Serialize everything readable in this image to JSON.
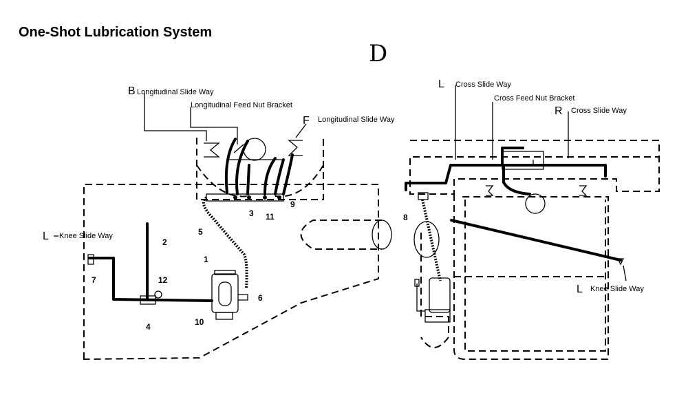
{
  "title": "One-Shot Lubrication System",
  "view_letter": "D",
  "left_view": {
    "labels": {
      "b_letter": "B",
      "b_text": "Longitudinal Slide Way",
      "feed_nut": "Longitudinal Feed Nut Bracket",
      "f_letter": "F",
      "f_text": "Longitudinal Slide Way",
      "l_letter": "L",
      "l_text": "Knee Slide Way"
    },
    "callouts": [
      "1",
      "2",
      "3",
      "4",
      "5",
      "6",
      "7",
      "9",
      "10",
      "11",
      "12"
    ]
  },
  "right_view": {
    "labels": {
      "l_cross_letter": "L",
      "l_cross_text": "Cross Slide Way",
      "cross_nut": "Cross Feed Nut Bracket",
      "r_letter": "R",
      "r_text": "Cross Slide Way",
      "l_knee_letter": "L",
      "l_knee_text": "Knee Slide Way"
    },
    "callouts": [
      "8"
    ]
  }
}
